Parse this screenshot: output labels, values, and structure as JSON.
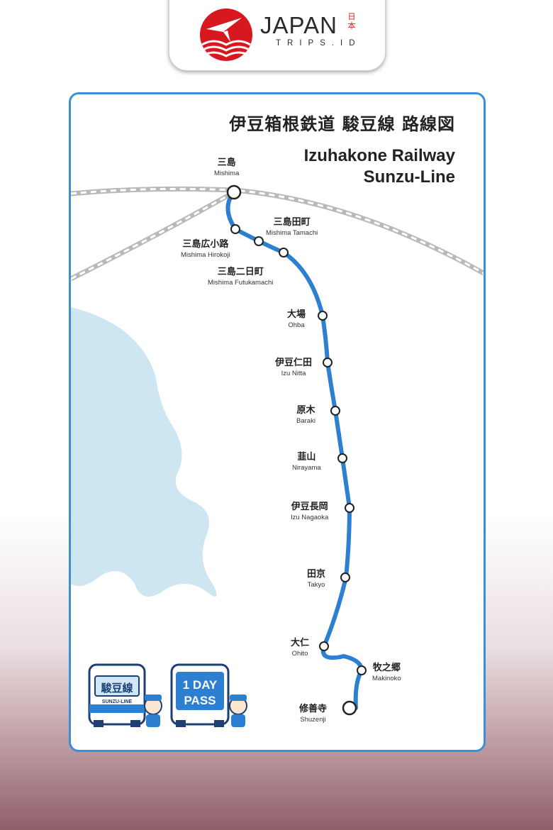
{
  "brand": {
    "name": "JAPAN",
    "sub": "TRIPS.ID",
    "kanji": "日本",
    "accent_color": "#d7191f"
  },
  "map": {
    "title_jp": "伊豆箱根鉄道 駿豆線 路線図",
    "title_en_line1": "Izuhakone Railway",
    "title_en_line2": "Sunzu-Line",
    "line_color": "#2c7fd1",
    "water_color": "#cde6f1",
    "stations": [
      {
        "jp": "三島",
        "en": "Mishima",
        "terminal": true
      },
      {
        "jp": "三島広小路",
        "en": "Mishima Hirokoji"
      },
      {
        "jp": "三島田町",
        "en": "Mishima Tamachi"
      },
      {
        "jp": "三島二日町",
        "en": "Mishima Futukamachi"
      },
      {
        "jp": "大場",
        "en": "Ohba"
      },
      {
        "jp": "伊豆仁田",
        "en": "Izu Nitta"
      },
      {
        "jp": "原木",
        "en": "Baraki"
      },
      {
        "jp": "韮山",
        "en": "Nirayama"
      },
      {
        "jp": "伊豆長岡",
        "en": "Izu Nagaoka"
      },
      {
        "jp": "田京",
        "en": "Takyo"
      },
      {
        "jp": "大仁",
        "en": "Ohito"
      },
      {
        "jp": "牧之郷",
        "en": "Makinoko"
      },
      {
        "jp": "修善寺",
        "en": "Shuzenji",
        "terminal": true
      }
    ],
    "badges": {
      "train_sign": "駿豆線",
      "train_caption": "SUNZU-LINE",
      "pass_line1": "1 DAY",
      "pass_line2": "PASS"
    }
  }
}
